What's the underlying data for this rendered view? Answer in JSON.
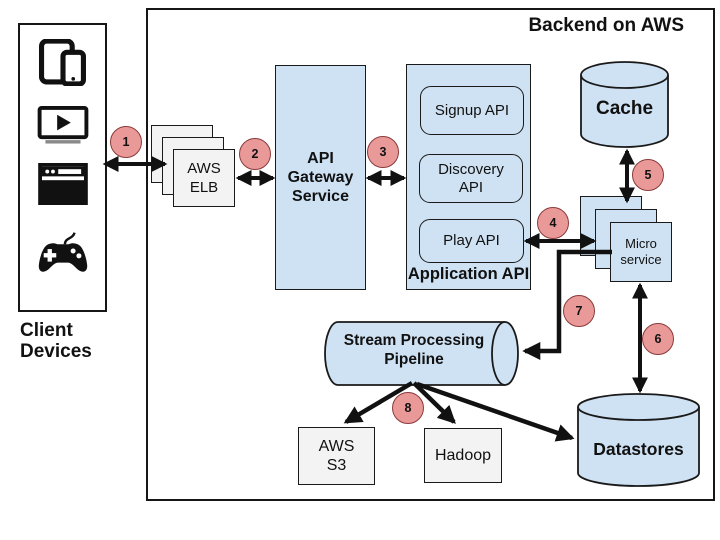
{
  "colors": {
    "node_blue": "#cfe2f3",
    "box_gray": "#f3f3f3",
    "badge_fill": "#ea9999",
    "badge_border": "#8a3a3a",
    "line": "#111111"
  },
  "backend": {
    "title": "Backend on AWS"
  },
  "client": {
    "label": "Client\nDevices",
    "icons": [
      "devices",
      "smart-tv-player",
      "browser-window",
      "game-controller"
    ]
  },
  "nodes": {
    "elb": "AWS\nELB",
    "gateway": "API\nGateway\nService",
    "app_api": {
      "label": "Application API",
      "signup": "Signup API",
      "discovery": "Discovery\nAPI",
      "play": "Play API"
    },
    "cache": "Cache",
    "microservice": "Micro\nservice",
    "pipeline": "Stream Processing\nPipeline",
    "s3": "AWS\nS3",
    "hadoop": "Hadoop",
    "datastores": "Datastores"
  },
  "steps": [
    "1",
    "2",
    "3",
    "4",
    "5",
    "6",
    "7",
    "8"
  ]
}
